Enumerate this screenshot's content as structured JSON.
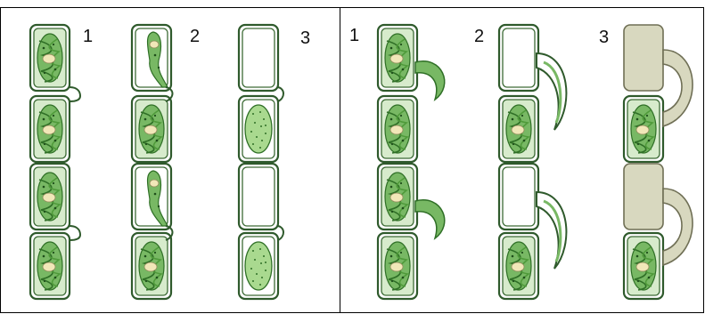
{
  "figure": {
    "left_panel": {
      "stage_labels": [
        "1",
        "2",
        "3"
      ]
    },
    "right_panel": {
      "stage_labels": [
        "1",
        "2",
        "3"
      ]
    },
    "colors": {
      "cell_wall": "#2f5a2c",
      "cytoplasm": "#cfe7c2",
      "chloroplast": "#4f9a3a",
      "chloroplast_dark": "#2f6f26",
      "pyrenoid": "#f1e7b8",
      "zygote_fill": "#a9d98f",
      "empty_cell": "#ffffff",
      "empty_cell_tinted": "#d8d8bf",
      "frame": "#000000"
    }
  }
}
